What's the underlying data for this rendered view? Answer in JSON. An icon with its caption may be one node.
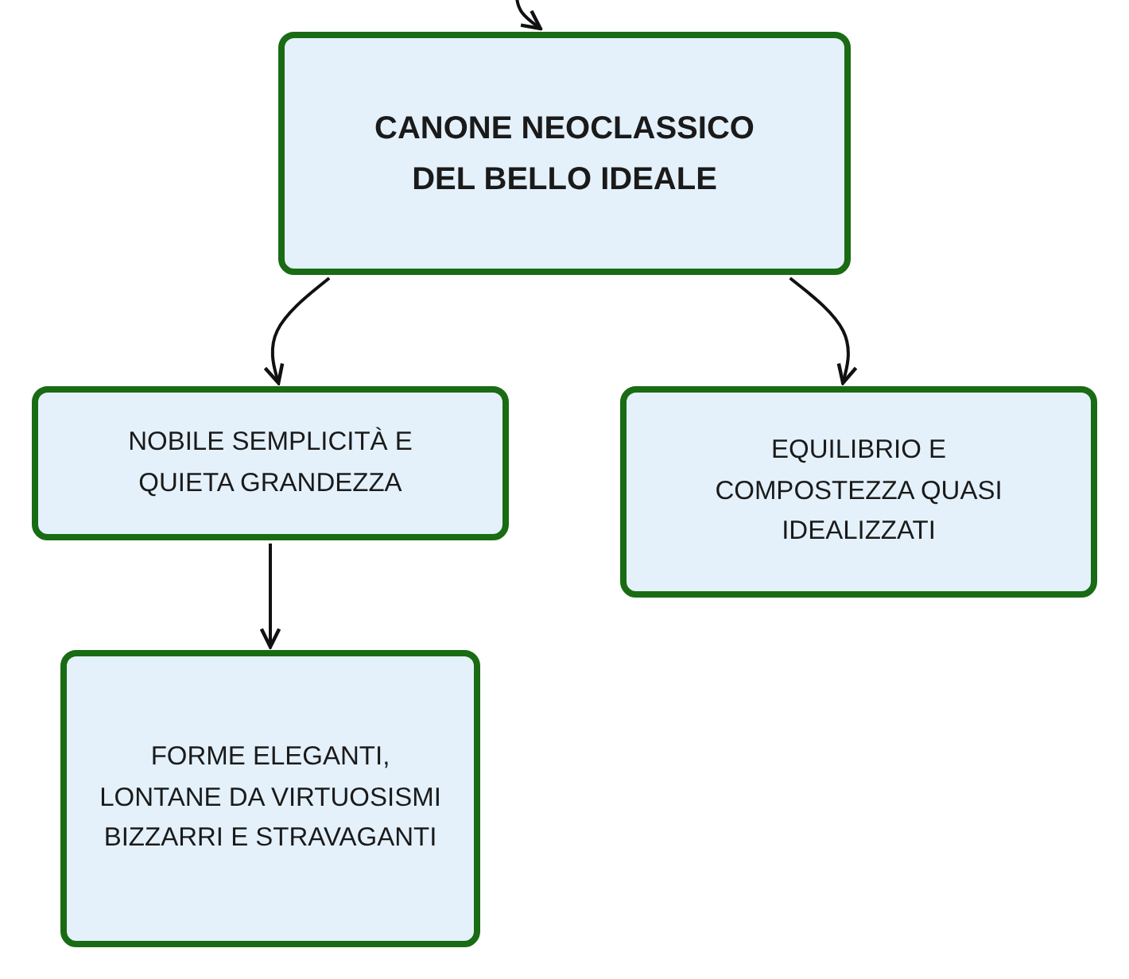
{
  "diagram": {
    "nodes": [
      {
        "text": [
          "CANONE NEOCLASSICO DEL BELLO IDEALE"
        ]
      },
      {
        "text": [
          "NOBILE SEMPLICITÀ E QUIETA GRANDEZZA"
        ]
      },
      {
        "text": [
          "EQUILIBRIO E COMPOSTEZZA QUASI IDEALIZZATI"
        ]
      },
      {
        "text": [
          "FORME ELEGANTI, LONTANE DA VIRTUOSISMI BIZZARRI E STRAVAGANTI"
        ]
      }
    ],
    "edges": [
      {
        "from": null,
        "to": 0,
        "arrow": "to"
      },
      {
        "from": 0,
        "to": 1,
        "arrow": "to"
      },
      {
        "from": 0,
        "to": 2,
        "arrow": "to"
      },
      {
        "from": 1,
        "to": 3,
        "arrow": "to"
      }
    ]
  }
}
